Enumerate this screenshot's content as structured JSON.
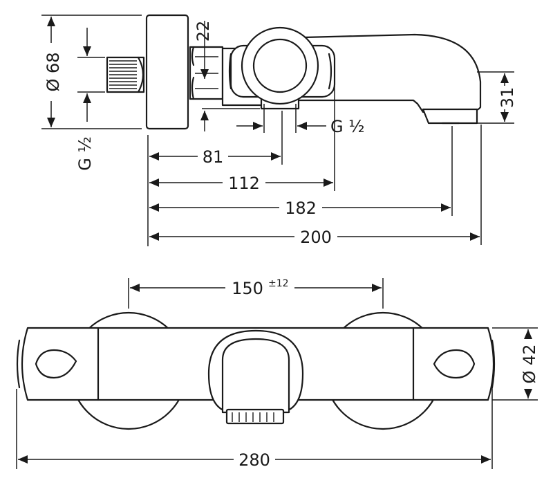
{
  "drawing": {
    "side_view": {
      "diameter_label": "Ø 68",
      "thread_label_left": "G ½",
      "thread_label_right": "G ½",
      "dim_22": "22",
      "dim_31": "31",
      "dim_81": "81",
      "dim_112": "112",
      "dim_182": "182",
      "dim_200": "200"
    },
    "front_view": {
      "centers_label": "150",
      "centers_tolerance": "±12",
      "diameter_label": "Ø 42",
      "width_label": "280"
    }
  }
}
